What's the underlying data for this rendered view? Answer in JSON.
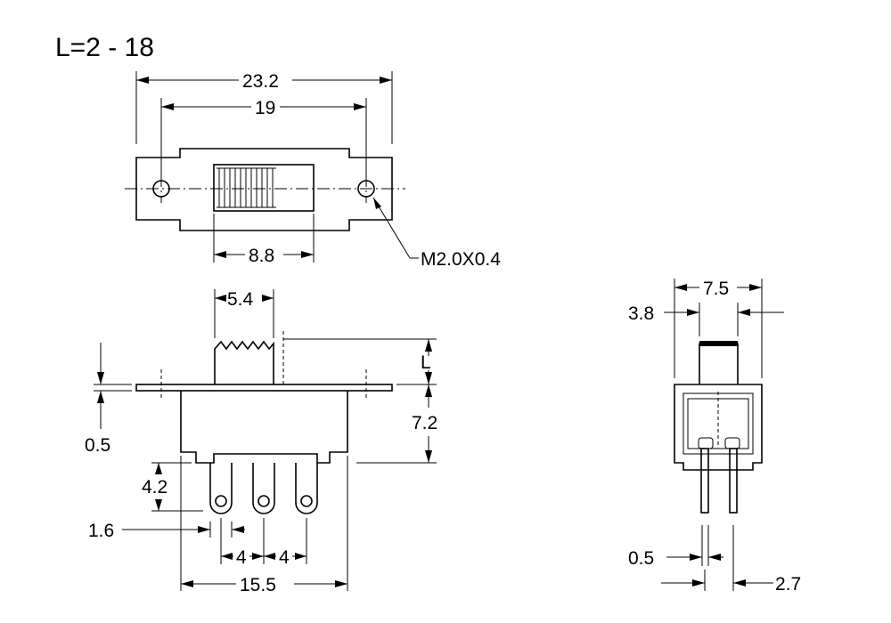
{
  "header": {
    "length_range": "L=2 - 18"
  },
  "top_view": {
    "overall_width": "23.2",
    "hole_spacing": "19",
    "slot_width": "8.8",
    "screw_callout": "M2.0X0.4"
  },
  "front_view": {
    "actuator_width": "5.4",
    "actuator_length": "L",
    "body_height": "7.2",
    "flange_thickness": "0.5",
    "terminal_length": "4.2",
    "terminal_hole": "1.6",
    "pitch_left": "4",
    "pitch_right": "4",
    "body_width": "15.5"
  },
  "side_view": {
    "body_depth": "7.5",
    "actuator_depth": "3.8",
    "terminal_thickness": "0.5",
    "terminal_spacing": "2.7"
  }
}
